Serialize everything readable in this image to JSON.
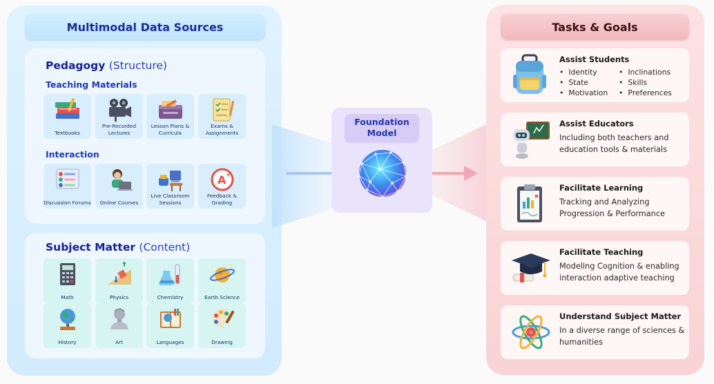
{
  "left": {
    "title": "Multimodal Data Sources",
    "pedagogy": {
      "title": "Pedagogy",
      "subtitle": "(Structure)",
      "teaching_materials": {
        "title": "Teaching Materials",
        "items": [
          {
            "label": "Textbooks",
            "icon": "textbooks-icon"
          },
          {
            "label": "Pre-Recorded Lectures",
            "icon": "video-camera-icon"
          },
          {
            "label": "Lesson Plans & Curricula",
            "icon": "lesson-plans-icon"
          },
          {
            "label": "Exams & Assignments",
            "icon": "exam-icon"
          }
        ]
      },
      "interaction": {
        "title": "Interaction",
        "items": [
          {
            "label": "Discussion Forums",
            "icon": "forum-icon"
          },
          {
            "label": "Online Courses",
            "icon": "online-course-icon"
          },
          {
            "label": "Live Classroom Sessions",
            "icon": "classroom-icon"
          },
          {
            "label": "Feedback & Grading",
            "icon": "grade-icon"
          }
        ]
      }
    },
    "subject": {
      "title": "Subject Matter",
      "subtitle": "(Content)",
      "items": [
        {
          "label": "Math",
          "icon": "calculator-icon"
        },
        {
          "label": "Physics",
          "icon": "physics-icon"
        },
        {
          "label": "Chemistry",
          "icon": "chemistry-icon"
        },
        {
          "label": "Earth Science",
          "icon": "planet-icon"
        },
        {
          "label": "History",
          "icon": "globe-icon"
        },
        {
          "label": "Art",
          "icon": "bust-icon"
        },
        {
          "label": "Languages",
          "icon": "books-icon"
        },
        {
          "label": "Drawing",
          "icon": "palette-icon"
        }
      ]
    }
  },
  "center": {
    "label": "Foundation Model",
    "icon": "neural-sphere-icon"
  },
  "right": {
    "title": "Tasks & Goals",
    "tasks": [
      {
        "title": "Assist Students",
        "icon": "backpack-icon",
        "col1": [
          "Identity",
          "State",
          "Motivation"
        ],
        "col2": [
          "Inclinations",
          "Skills",
          "Preferences"
        ]
      },
      {
        "title": "Assist Educators",
        "icon": "robot-teacher-icon",
        "desc": "Including both teachers and education tools & materials"
      },
      {
        "title": "Facilitate Learning",
        "icon": "report-clipboard-icon",
        "desc": "Tracking and Analyzing Progression & Performance"
      },
      {
        "title": "Facilitate Teaching",
        "icon": "graduation-cap-icon",
        "desc": "Modeling Cognition & enabling interaction adaptive teaching"
      },
      {
        "title": "Understand Subject Matter",
        "icon": "atom-icon",
        "desc": "In a diverse range of sciences & humanities"
      }
    ]
  },
  "colors": {
    "left_panel": "#dff2ff",
    "right_panel": "#fde2e3",
    "center_box": "#e9e4fb",
    "title_blue": "#1c2a9b",
    "arrow_blue": "#a9c6f2",
    "arrow_pink": "#f2a7b5"
  }
}
